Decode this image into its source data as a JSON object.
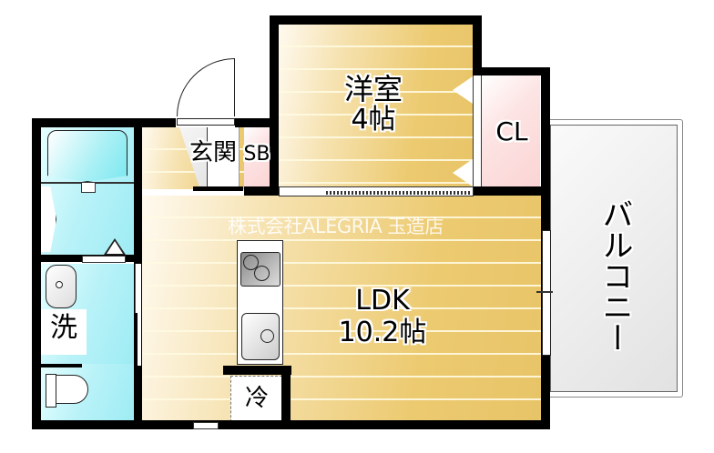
{
  "floor_plan": {
    "rooms": {
      "western_room": {
        "name": "洋室",
        "size": "4帖"
      },
      "closet": {
        "name": "CL"
      },
      "entrance": {
        "name": "玄関",
        "storage": "SB"
      },
      "ldk": {
        "name": "LDK",
        "size": "10.2帖"
      },
      "balcony": {
        "name": "バルコニー"
      },
      "washroom": {
        "name": "洗"
      },
      "fridge": {
        "name": "冷"
      }
    },
    "watermark": "株式会社ALEGRIA 玉造店",
    "colors": {
      "wall": "#000000",
      "floor_light": "#fffaf0",
      "floor_dark": "#e8c468",
      "wet_area": "#b8f2f8",
      "storage_pink": "#fbd4d4",
      "balcony": "#e8e8e8"
    }
  }
}
